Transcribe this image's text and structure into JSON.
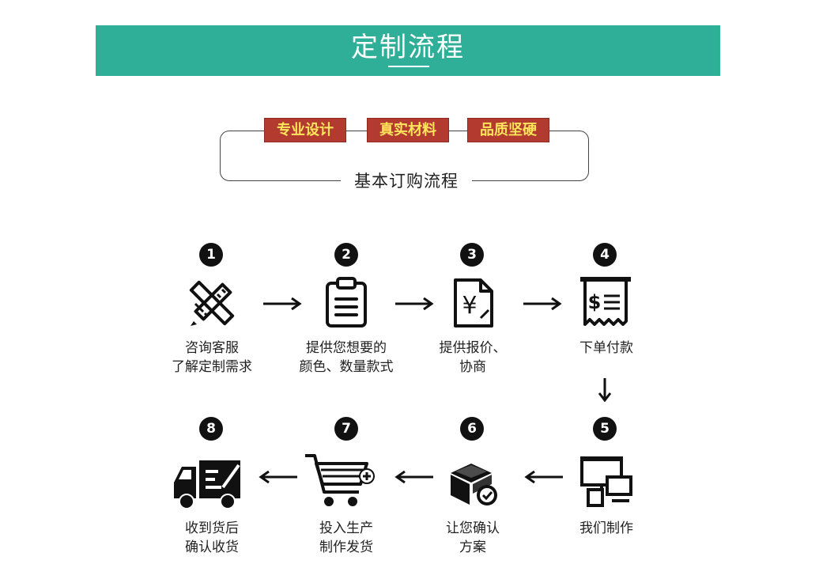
{
  "banner": {
    "title": "定制流程",
    "color": "#2fae98"
  },
  "features": {
    "tags": [
      "专业设计",
      "真实材料",
      "品质坚硬"
    ],
    "subtitle": "基本订购流程",
    "tag_bg": "#b23a2f",
    "tag_text_color": "#ffe45c"
  },
  "steps": [
    {
      "num": "1",
      "icon": "ruler-pencil-icon",
      "line1": "咨询客服",
      "line2": "了解定制需求"
    },
    {
      "num": "2",
      "icon": "clipboard-icon",
      "line1": "提供您想要的",
      "line2": "颜色、数量款式"
    },
    {
      "num": "3",
      "icon": "yen-document-icon",
      "line1": "提供报价、",
      "line2": "协商"
    },
    {
      "num": "4",
      "icon": "dollar-receipt-icon",
      "line1": "下单付款",
      "line2": ""
    },
    {
      "num": "5",
      "icon": "devices-icon",
      "line1": "我们制作",
      "line2": ""
    },
    {
      "num": "6",
      "icon": "package-check-icon",
      "line1": "让您确认",
      "line2": "方案"
    },
    {
      "num": "7",
      "icon": "shopping-cart-add-icon",
      "line1": "投入生产",
      "line2": "制作发货"
    },
    {
      "num": "8",
      "icon": "delivery-truck-icon",
      "line1": "收到货后",
      "line2": "确认收货"
    }
  ]
}
